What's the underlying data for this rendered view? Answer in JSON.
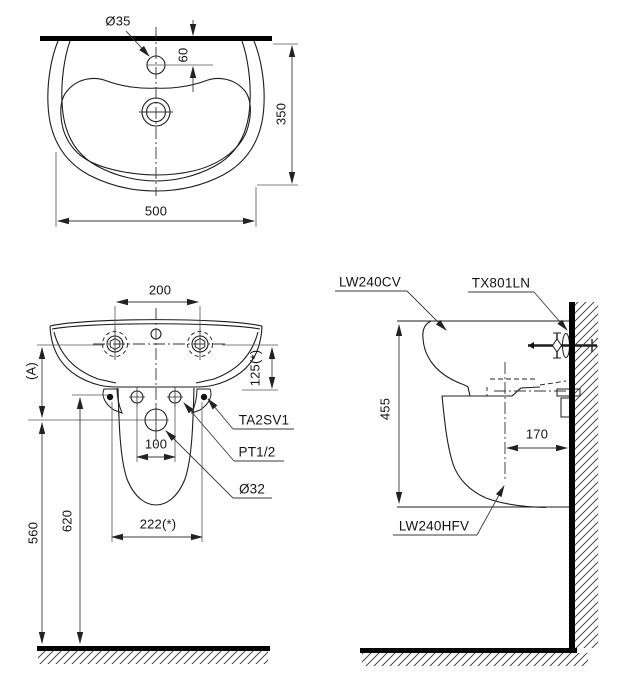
{
  "views": {
    "top": {
      "dims": {
        "faucet_hole": "Ø35",
        "faucet_offset": "60",
        "depth": "350",
        "width": "500"
      }
    },
    "front": {
      "dims": {
        "hole_spacing": "200",
        "rim_to_mount": "125(*)",
        "rim_to_drain": "(A)",
        "supply_spacing": "100",
        "pedestal_bolt_spacing": "222(*)",
        "drain_center_height": "560",
        "mount_height": "620"
      },
      "labels": {
        "fixing_bolt": "TA2SV1",
        "supply_thread": "PT1/2",
        "drain_hole": "Ø32"
      }
    },
    "side": {
      "dims": {
        "unit_height": "455",
        "trap_offset": "170"
      },
      "labels": {
        "lavatory": "LW240CV",
        "faucet": "TX801LN",
        "pedestal": "LW240HFV"
      }
    }
  }
}
